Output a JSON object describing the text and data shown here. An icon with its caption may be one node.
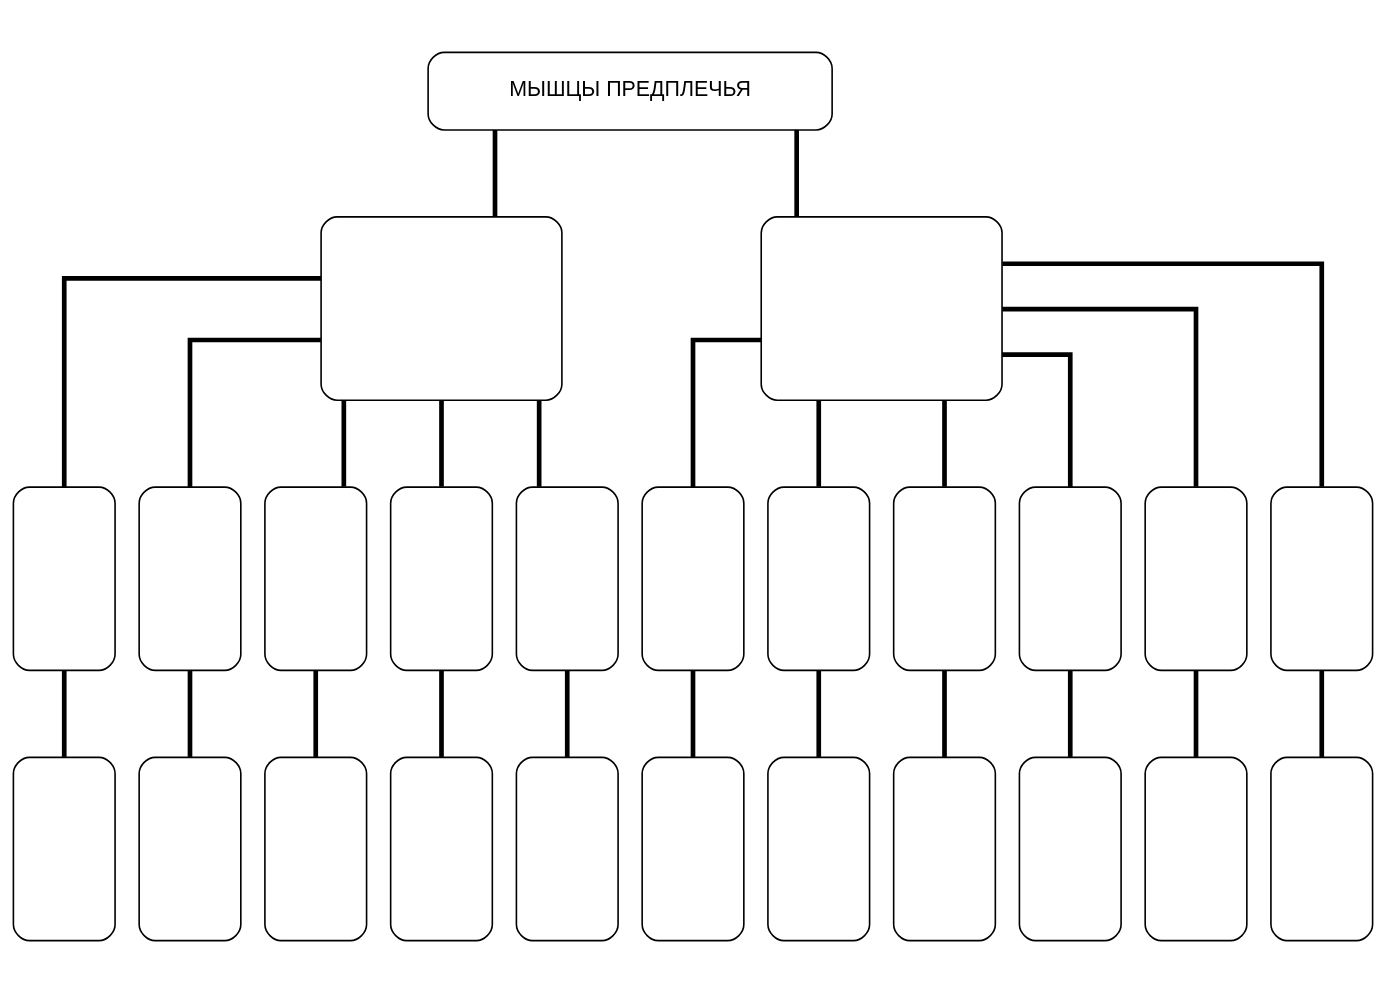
{
  "diagram": {
    "nodes": [
      {
        "text": [
          "МЫШЦЫ ПРЕДПЛЕЧЬЯ"
        ]
      },
      {
        "text": [],
        "shape": "box"
      },
      {
        "text": [],
        "shape": "box"
      },
      {
        "text": [],
        "shape": "box"
      },
      {
        "text": [],
        "shape": "box"
      },
      {
        "text": [],
        "shape": "box"
      },
      {
        "text": [],
        "shape": "box"
      },
      {
        "text": [],
        "shape": "box"
      },
      {
        "text": [],
        "shape": "box"
      },
      {
        "text": [],
        "shape": "box"
      },
      {
        "text": [],
        "shape": "box"
      },
      {
        "text": [],
        "shape": "box"
      },
      {
        "text": [],
        "shape": "box"
      },
      {
        "text": [],
        "shape": "box"
      },
      {
        "text": [],
        "shape": "box"
      },
      {
        "text": [],
        "shape": "box"
      },
      {
        "text": [],
        "shape": "box"
      },
      {
        "text": [],
        "shape": "box"
      },
      {
        "text": [],
        "shape": "box"
      },
      {
        "text": [],
        "shape": "box"
      },
      {
        "text": [],
        "shape": "box"
      },
      {
        "text": [],
        "shape": "box"
      },
      {
        "text": [],
        "shape": "box"
      },
      {
        "text": [],
        "shape": "box"
      },
      {
        "text": [],
        "shape": "box"
      }
    ],
    "edges": [
      {
        "from": 0,
        "to": 1,
        "arrow": "none"
      },
      {
        "from": 0,
        "to": 2,
        "arrow": "none"
      },
      {
        "from": 1,
        "to": 3,
        "arrow": "none"
      },
      {
        "from": 1,
        "to": 4,
        "arrow": "none"
      },
      {
        "from": 1,
        "to": 5,
        "arrow": "none"
      },
      {
        "from": 1,
        "to": 6,
        "arrow": "none"
      },
      {
        "from": 1,
        "to": 7,
        "arrow": "none"
      },
      {
        "from": 2,
        "to": 8,
        "arrow": "none"
      },
      {
        "from": 2,
        "to": 9,
        "arrow": "none"
      },
      {
        "from": 2,
        "to": 10,
        "arrow": "none"
      },
      {
        "from": 2,
        "to": 11,
        "arrow": "none"
      },
      {
        "from": 2,
        "to": 12,
        "arrow": "none"
      },
      {
        "from": 2,
        "to": 13,
        "arrow": "none"
      },
      {
        "from": 3,
        "to": 14,
        "arrow": "none"
      },
      {
        "from": 4,
        "to": 15,
        "arrow": "none"
      },
      {
        "from": 5,
        "to": 16,
        "arrow": "none"
      },
      {
        "from": 6,
        "to": 17,
        "arrow": "none"
      },
      {
        "from": 7,
        "to": 18,
        "arrow": "none"
      },
      {
        "from": 8,
        "to": 19,
        "arrow": "none"
      },
      {
        "from": 9,
        "to": 20,
        "arrow": "none"
      },
      {
        "from": 10,
        "to": 21,
        "arrow": "none"
      },
      {
        "from": 11,
        "to": 22,
        "arrow": "none"
      },
      {
        "from": 12,
        "to": 23,
        "arrow": "none"
      },
      {
        "from": 13,
        "to": 24,
        "arrow": "none"
      }
    ]
  }
}
